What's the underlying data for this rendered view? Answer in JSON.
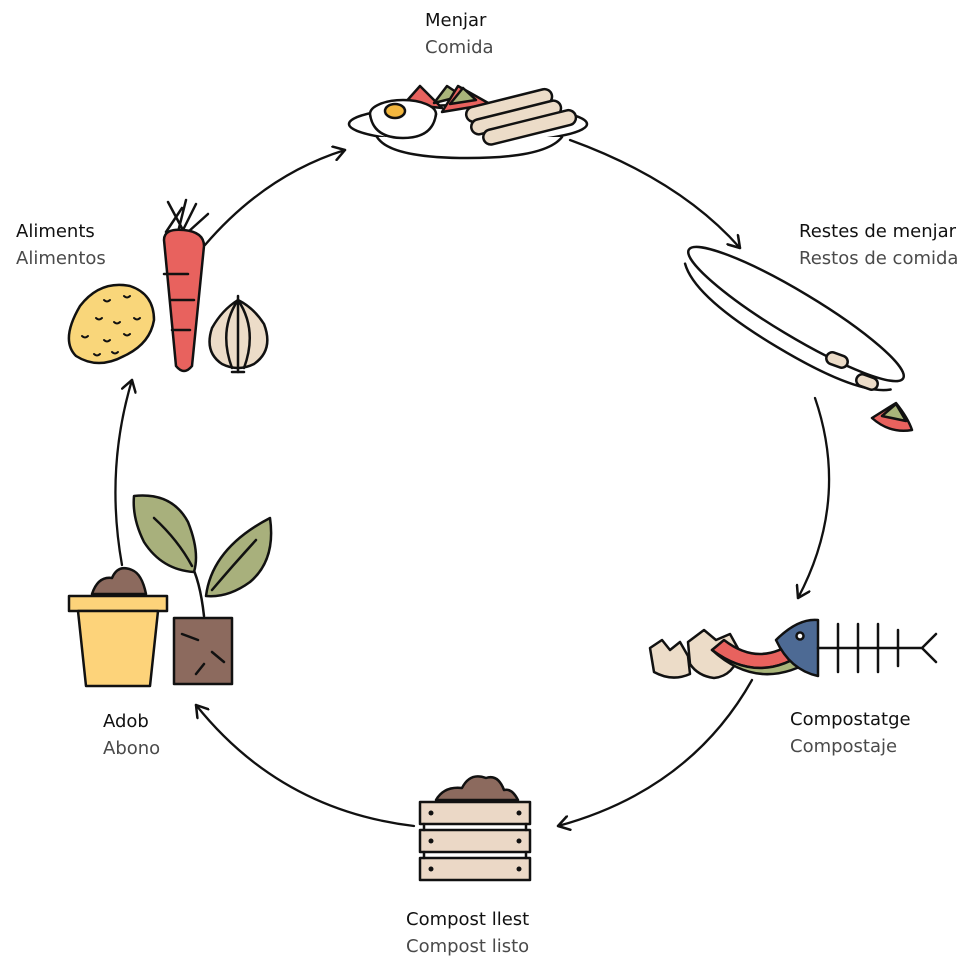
{
  "stages": {
    "food": {
      "ca": "Menjar",
      "es": "Comida"
    },
    "leftovers": {
      "ca": "Restes de menjar",
      "es": "Restos de comida"
    },
    "composting": {
      "ca": "Compostatge",
      "es": "Compostaje"
    },
    "compost_ready": {
      "ca": "Compost llest",
      "es": "Compost listo"
    },
    "fertilizer": {
      "ca": "Adob",
      "es": "Abono"
    },
    "groceries": {
      "ca": "Aliments",
      "es": "Alimentos"
    }
  },
  "colors": {
    "tomato": "#e8625e",
    "lime": "#a9b57a",
    "potato": "#f9d67a",
    "onion": "#ecdcc8",
    "soil": "#8c6a5e",
    "fish": "#4d6a94",
    "crate": "#ebd8c6",
    "pot": "#fdd37a",
    "leaf": "#a8b07c",
    "sausage": "#ecdcc8",
    "yolk": "#f3b73f"
  },
  "icons": [
    "plate-of-food-icon",
    "leftover-plate-icon",
    "compost-scraps-icon",
    "compost-crate-icon",
    "flowerpot-plant-icon",
    "vegetables-icon"
  ]
}
